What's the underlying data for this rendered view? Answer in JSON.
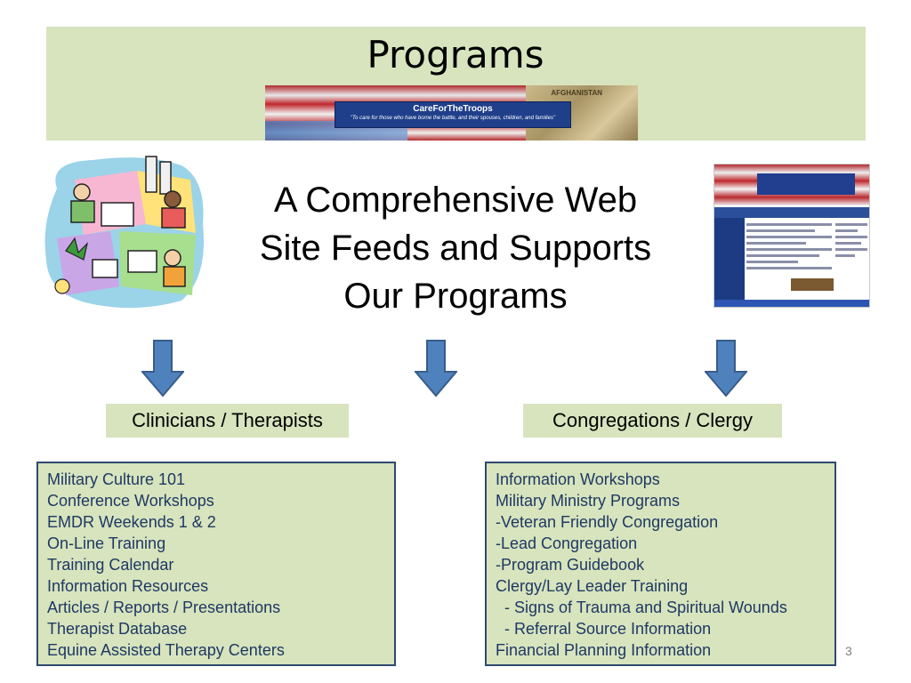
{
  "slide": {
    "title": "Programs",
    "banner": {
      "brand": "CareForTheTroops",
      "tagline": "\"To care for those who have borne the battle, and their spouses, children, and families\"",
      "map_label": "AFGHANISTAN"
    },
    "headline": [
      "A Comprehensive Web",
      "Site Feeds and Supports",
      "Our Programs"
    ],
    "left": {
      "label": "Clinicians / Therapists",
      "items": [
        "Military Culture 101",
        "Conference Workshops",
        "EMDR Weekends 1 & 2",
        "On-Line Training",
        "Training Calendar",
        "Information Resources",
        "Articles / Reports / Presentations",
        "Therapist Database",
        "Equine Assisted Therapy Centers"
      ]
    },
    "right": {
      "label": "Congregations / Clergy",
      "items": [
        "Information Workshops",
        "Military Ministry Programs",
        "-Veteran Friendly Congregation",
        "-Lead Congregation",
        "-Program Guidebook",
        "Clergy/Lay Leader Training",
        "  - Signs of Trauma and Spiritual Wounds",
        "  - Referral Source Information",
        "Financial Planning Information"
      ]
    },
    "page_number": "3",
    "colors": {
      "band": "#d7e4bd",
      "arrow": "#4f81bd",
      "arrow_stroke": "#385d8a",
      "list_text": "#1f3864",
      "box_border": "#2e4a6e"
    },
    "icons": [
      "people-collage-clipart",
      "website-screenshot-thumbnail",
      "down-arrow-icon"
    ]
  }
}
